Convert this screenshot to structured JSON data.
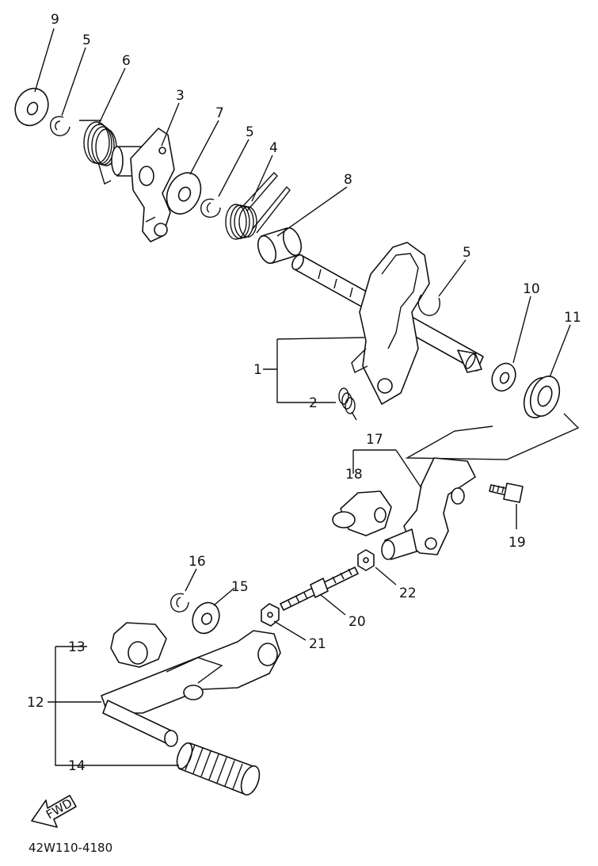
{
  "diagram": {
    "catalog_code": "42W110-4180",
    "direction_marker": "FWD",
    "callouts": [
      "1",
      "2",
      "3",
      "4",
      "5",
      "6",
      "7",
      "8",
      "9",
      "10",
      "11",
      "12",
      "13",
      "14",
      "15",
      "16",
      "17",
      "18",
      "19",
      "20",
      "21",
      "22"
    ]
  }
}
